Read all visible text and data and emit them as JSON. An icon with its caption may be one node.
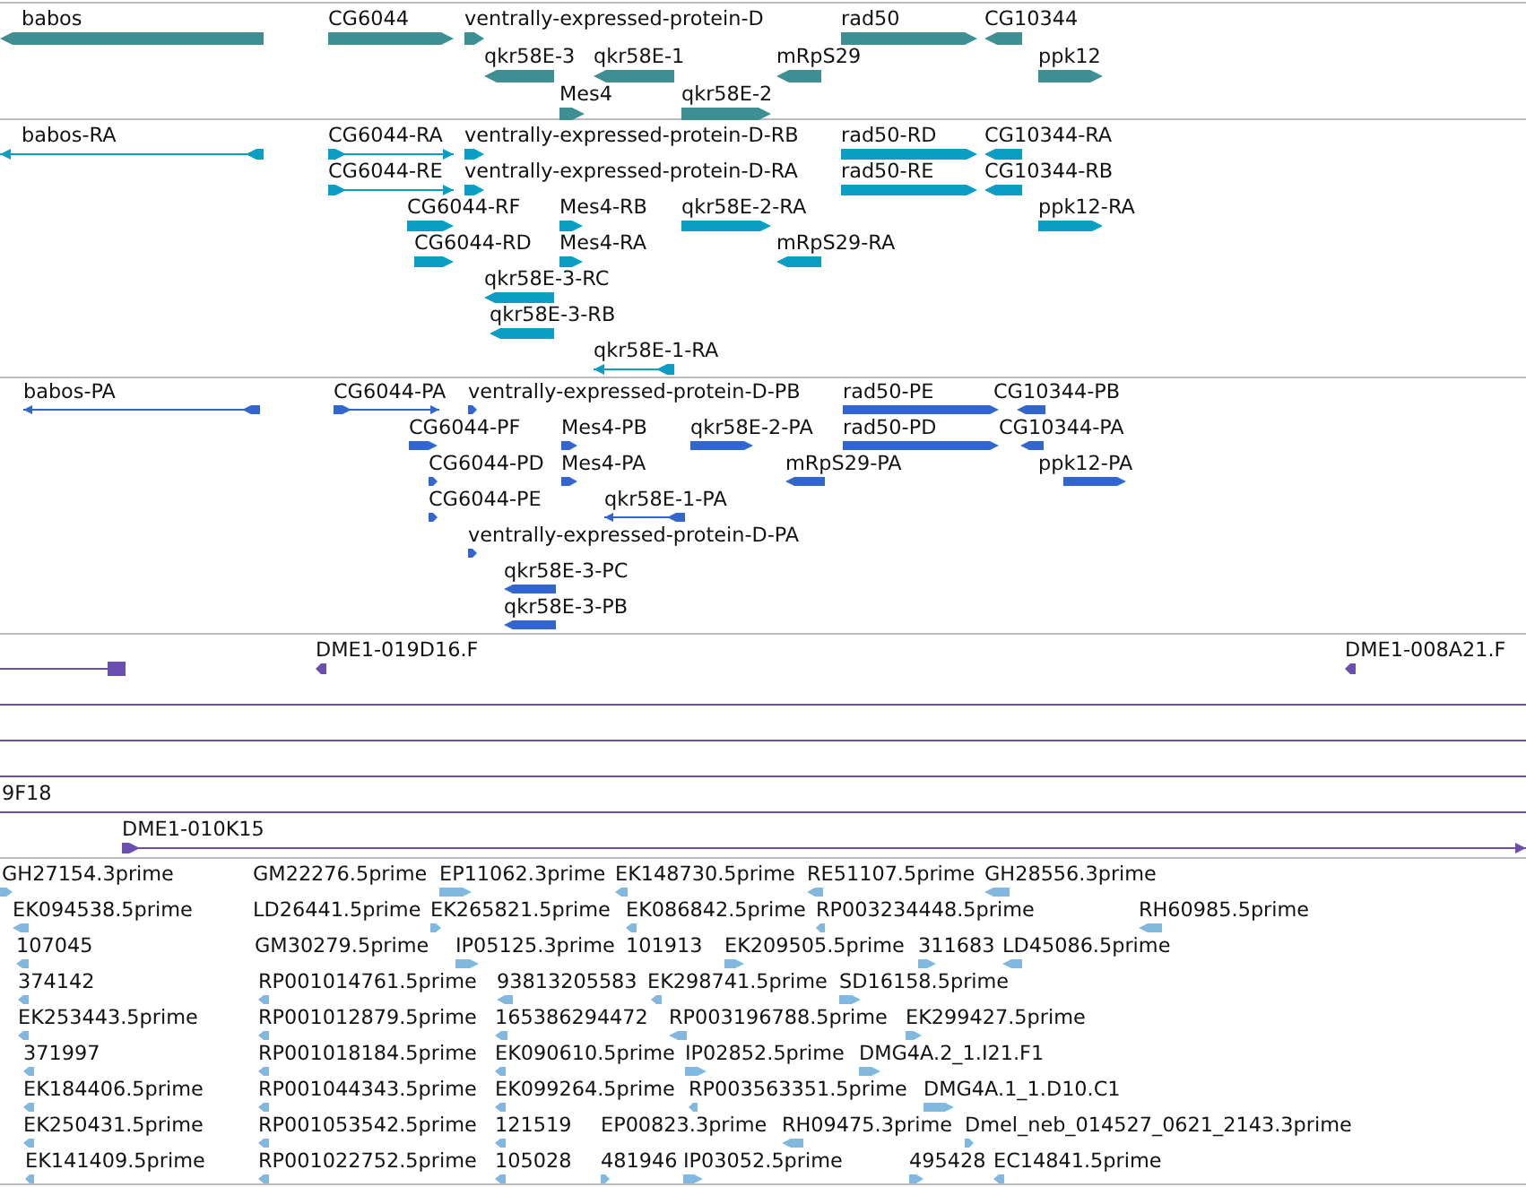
{
  "diagram": {
    "labels": [
      "babos",
      "CG6044",
      "ventrally-expressed-protein-D",
      "rad50",
      "CG10344",
      "qkr58E-3",
      "qkr58E-1",
      "mRpS29",
      "ppk12",
      "Mes4",
      "qkr58E-2",
      "babos-RA",
      "CG6044-RA",
      "ventrally-expressed-protein-D-RB",
      "rad50-RD",
      "CG10344-RA",
      "CG6044-RE",
      "ventrally-expressed-protein-D-RA",
      "rad50-RE",
      "CG10344-RB",
      "CG6044-RF",
      "Mes4-RB",
      "qkr58E-2-RA",
      "ppk12-RA",
      "CG6044-RD",
      "Mes4-RA",
      "mRpS29-RA",
      "qkr58E-3-RC",
      "qkr58E-3-RB",
      "qkr58E-1-RA",
      "babos-PA",
      "CG6044-PA",
      "ventrally-expressed-protein-D-PB",
      "rad50-PE",
      "CG10344-PB",
      "CG6044-PF",
      "Mes4-PB",
      "qkr58E-2-PA",
      "rad50-PD",
      "CG10344-PA",
      "CG6044-PD",
      "Mes4-PA",
      "mRpS29-PA",
      "ppk12-PA",
      "CG6044-PE",
      "qkr58E-1-PA",
      "ventrally-expressed-protein-D-PA",
      "qkr58E-3-PC",
      "qkr58E-3-PB",
      "DME1-019D16.F",
      "DME1-008A21.F",
      "9F18",
      "DME1-010K15",
      "GH27154.3prime",
      "GM22276.5prime",
      "EP11062.3prime",
      "EK148730.5prime",
      "RE51107.5prime",
      "GH28556.3prime",
      "EK094538.5prime",
      "LD26441.5prime",
      "EK265821.5prime",
      "EK086842.5prime",
      "RP003234448.5prime",
      "RH60985.5prime",
      "107045",
      "GM30279.5prime",
      "IP05125.3prime",
      "101913",
      "EK209505.5prime",
      "311683",
      "LD45086.5prime",
      "374142",
      "RP001014761.5prime",
      "93813205583",
      "EK298741.5prime",
      "SD16158.5prime",
      "EK253443.5prime",
      "RP001012879.5prime",
      "165386294472",
      "RP003196788.5prime",
      "EK299427.5prime",
      "371997",
      "RP001018184.5prime",
      "EK090610.5prime",
      "IP02852.5prime",
      "DMG4A.2_1.I21.F1",
      "EK184406.5prime",
      "RP001044343.5prime",
      "EK099264.5prime",
      "RP003563351.5prime",
      "DMG4A.1_1.D10.C1",
      "EK250431.5prime",
      "RP001053542.5prime",
      "121519",
      "EP00823.3prime",
      "RH09475.3prime",
      "Dmel_neb_014527_0621_2143.3prime",
      "EK141409.5prime",
      "RP001022752.5prime",
      "105028",
      "481946",
      "IP03052.5prime",
      "495428",
      "EC14841.5prime"
    ]
  }
}
